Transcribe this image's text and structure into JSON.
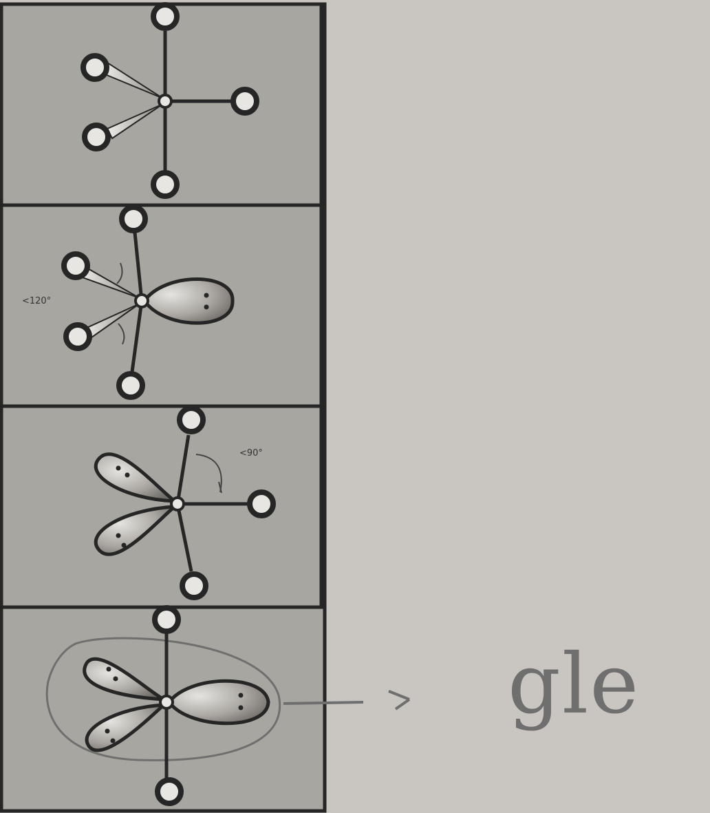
{
  "colors": {
    "paper": "#c9c6c1",
    "panel": "#a6a49f",
    "ink": "#262626",
    "pencil": "#6f6f6f"
  },
  "panels": [
    {
      "name": "panel-seesaw-0-lone-pairs",
      "lone_pairs": 0,
      "labels": []
    },
    {
      "name": "panel-seesaw-1-lone-pair",
      "lone_pairs": 1,
      "labels": [
        "<120°"
      ]
    },
    {
      "name": "panel-t-shaped-2-lone-pairs",
      "lone_pairs": 2,
      "labels": [
        "<90°"
      ]
    },
    {
      "name": "panel-linear-3-lone-pairs",
      "lone_pairs": 3,
      "labels": []
    }
  ],
  "annotation": {
    "arrow_icon": "arrow-right-icon",
    "note": "gle"
  }
}
